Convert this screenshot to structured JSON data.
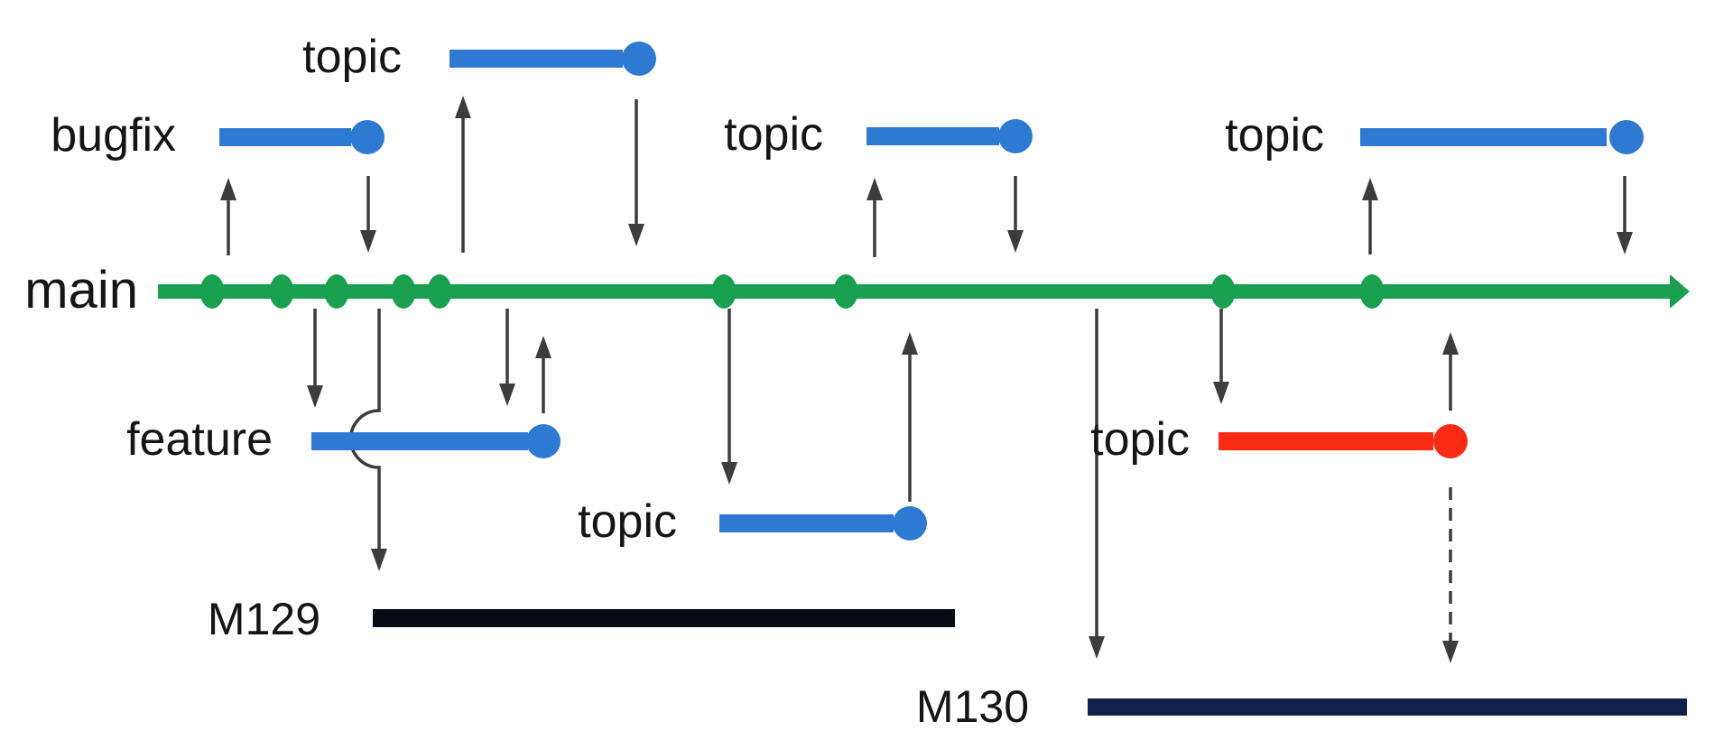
{
  "diagram": {
    "type": "git-branching-diagram",
    "main_commit_count": 9
  },
  "colors": {
    "main": "#18A04F",
    "branch": "#2E79D2",
    "ported": "#F92B12",
    "m129": "#070B16",
    "m130": "#13204C",
    "arrow": "#3C3C3C",
    "text": "#151515"
  },
  "branches": {
    "main": {
      "label": "main"
    },
    "bugfix": {
      "label": "bugfix"
    },
    "topic_top": {
      "label": "topic"
    },
    "topic_mid": {
      "label": "topic"
    },
    "topic_right": {
      "label": "topic"
    },
    "feature": {
      "label": "feature"
    },
    "topic_below": {
      "label": "topic"
    },
    "topic_ported": {
      "label": "topic"
    }
  },
  "releases": {
    "m129": {
      "label": "M129"
    },
    "m130": {
      "label": "M130"
    }
  }
}
